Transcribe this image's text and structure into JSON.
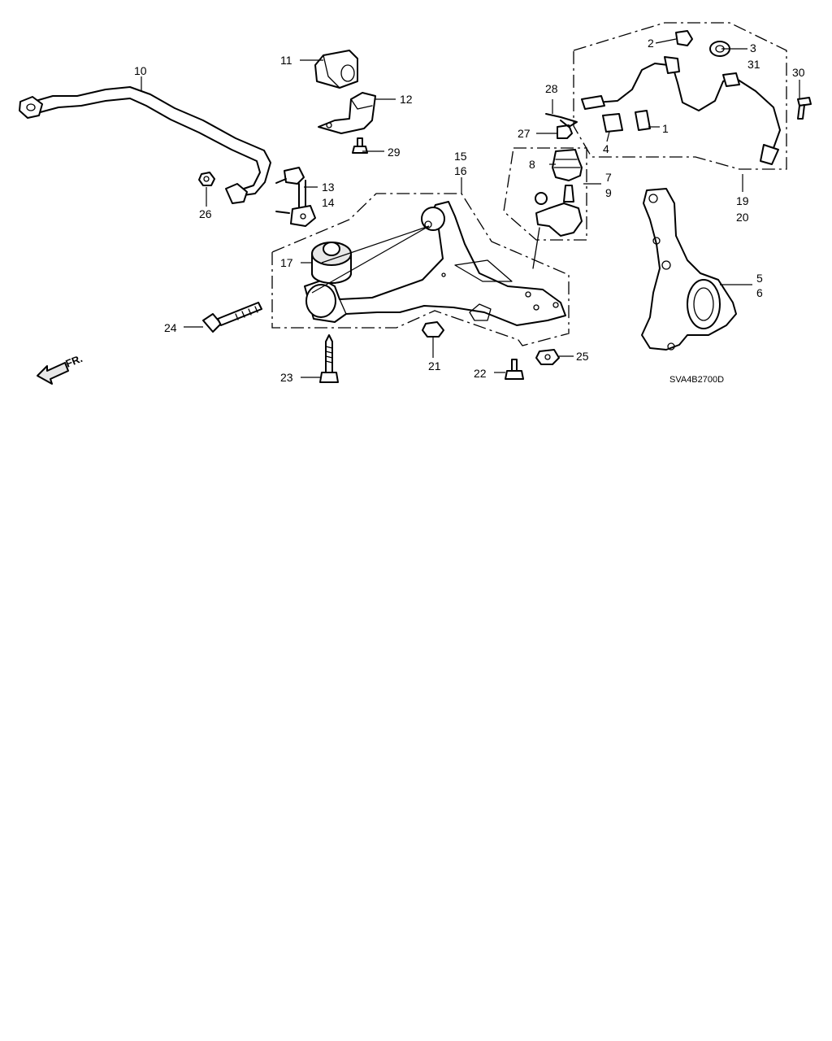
{
  "diagram": {
    "callouts": [
      "1",
      "2",
      "3",
      "31",
      "4",
      "5",
      "6",
      "7",
      "9",
      "8",
      "10",
      "11",
      "12",
      "13",
      "14",
      "15",
      "16",
      "17",
      "19",
      "20",
      "21",
      "22",
      "23",
      "24",
      "25",
      "26",
      "27",
      "28",
      "29",
      "30"
    ],
    "front_indicator": "FR.",
    "reference_code": "SVA4B2700D"
  }
}
